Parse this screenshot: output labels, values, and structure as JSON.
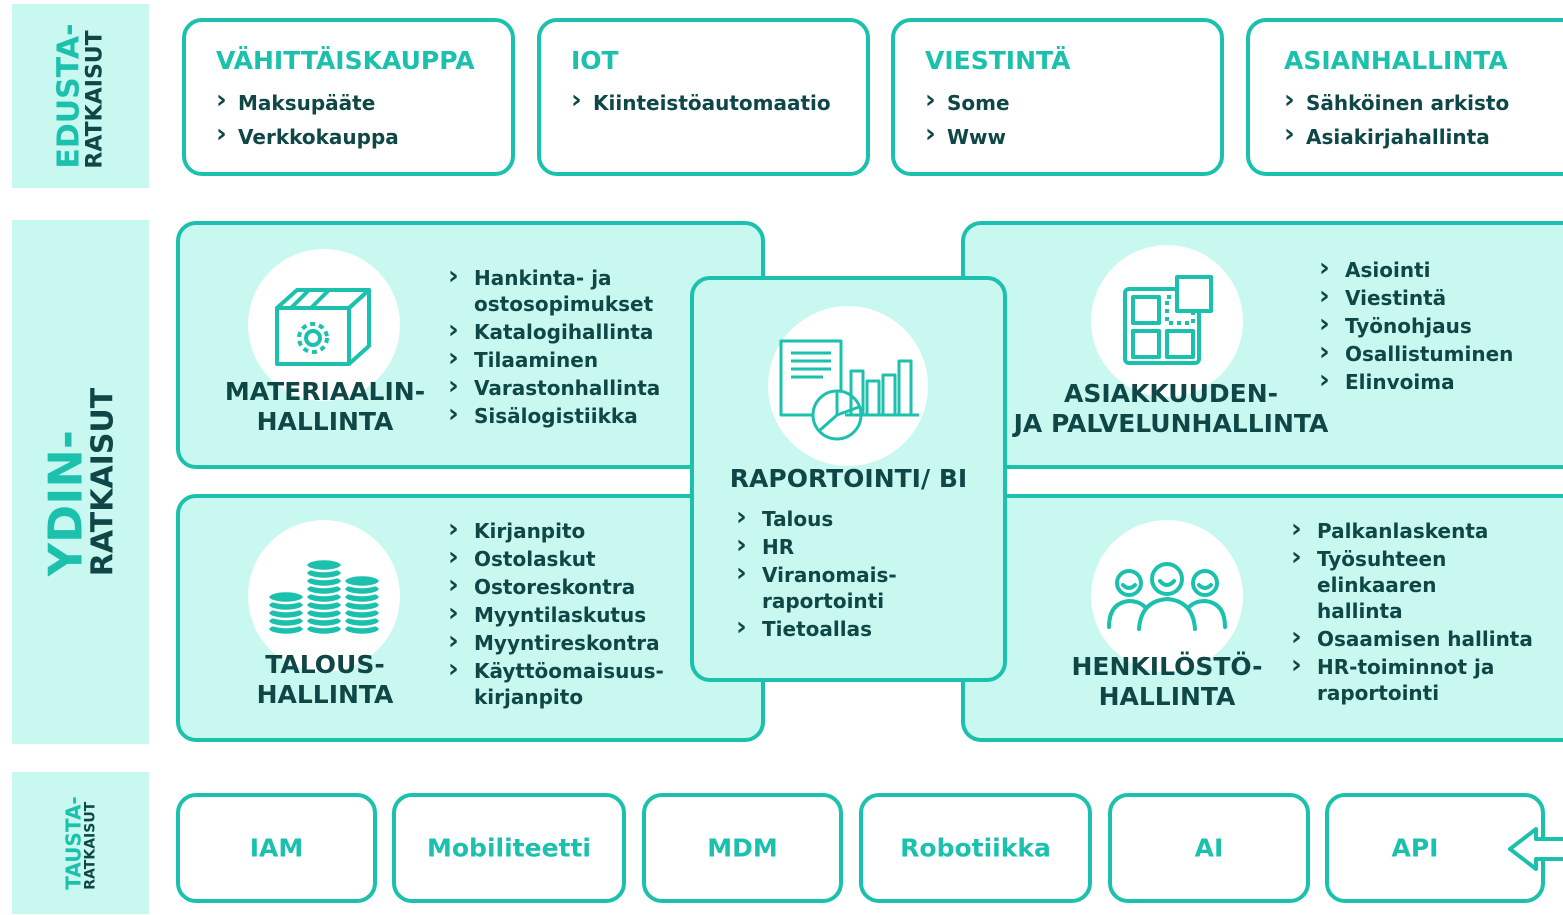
{
  "sidebars": {
    "edusta": {
      "big": "EDUSTA-",
      "small": "RATKAISUT"
    },
    "ydin": {
      "big": "YDIN-",
      "small": "RATKAISUT"
    },
    "tausta": {
      "big": "TAUSTA-",
      "small": "RATKAISUT"
    }
  },
  "front_solutions": [
    {
      "title": "VÄHITTÄISKAUPPA",
      "items": [
        "Maksupääte",
        "Verkkokauppa"
      ]
    },
    {
      "title": "IOT",
      "items": [
        "Kiinteistöautomaatio"
      ]
    },
    {
      "title": "VIESTINTÄ",
      "items": [
        "Some",
        "Www"
      ]
    },
    {
      "title": "ASIANHALLINTA",
      "items": [
        "Sähköinen arkisto",
        "Asiakirjahallinta"
      ]
    }
  ],
  "core": {
    "materials": {
      "title_1": "MATERIAALIN-",
      "title_2": "HALLINTA",
      "icon": "box-gear-icon",
      "items": [
        "Hankinta- ja\nostosopimukset",
        "Katalogihallinta",
        "Tilaaminen",
        "Varastonhallinta",
        "Sisälogistiikka"
      ]
    },
    "customer": {
      "title_1": "ASIAKKUUDEN-",
      "title_2": "JA PALVELUNHALLINTA",
      "icon": "grid-squares-icon",
      "items": [
        "Asiointi",
        "Viestintä",
        "Työnohjaus",
        "Osallistuminen",
        "Elinvoima"
      ]
    },
    "finance": {
      "title_1": "TALOUS-",
      "title_2": "HALLINTA",
      "icon": "coin-stacks-icon",
      "items": [
        "Kirjanpito",
        "Ostolaskut",
        "Ostoreskontra",
        "Myyntilaskutus",
        "Myyntireskontra",
        "Käyttöomaisuus-\nkirjanpito"
      ]
    },
    "hr": {
      "title_1": "HENKILÖSTÖ-",
      "title_2": "HALLINTA",
      "icon": "people-group-icon",
      "items": [
        "Palkanlaskenta",
        "Työsuhteen elinkaaren\nhallinta",
        "Osaamisen hallinta",
        "HR-toiminnot ja\nraportointi"
      ]
    },
    "reporting": {
      "title": "RAPORTOINTI/ BI",
      "icon": "report-charts-icon",
      "items": [
        "Talous",
        "HR",
        "Viranomais-\nraportointi",
        "Tietoallas"
      ]
    }
  },
  "background_solutions": [
    "IAM",
    "Mobiliteetti",
    "MDM",
    "Robotiikka",
    "AI",
    "API"
  ],
  "colors": {
    "accent": "#1bc1ad",
    "fill": "#c9f8f1",
    "text": "#0f4747"
  }
}
